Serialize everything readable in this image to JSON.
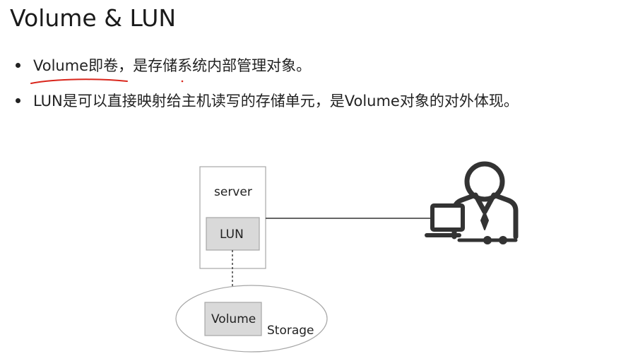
{
  "slide": {
    "title": "Volume & LUN"
  },
  "bullets": [
    {
      "text": "Volume即卷，是存储系统内部管理对象。"
    },
    {
      "text": "LUN是可以直接映射给主机读写的存储单元，是Volume对象的对外体现。"
    }
  ],
  "diagram": {
    "server_label": "server",
    "lun_label": "LUN",
    "volume_label": "Volume",
    "storage_label": "Storage",
    "user_icon": "user-with-laptop-icon",
    "colors": {
      "box_fill": "#d9d9d9",
      "box_stroke": "#a6a6a6",
      "icon": "#333333",
      "annotation": "#d9261c"
    }
  }
}
